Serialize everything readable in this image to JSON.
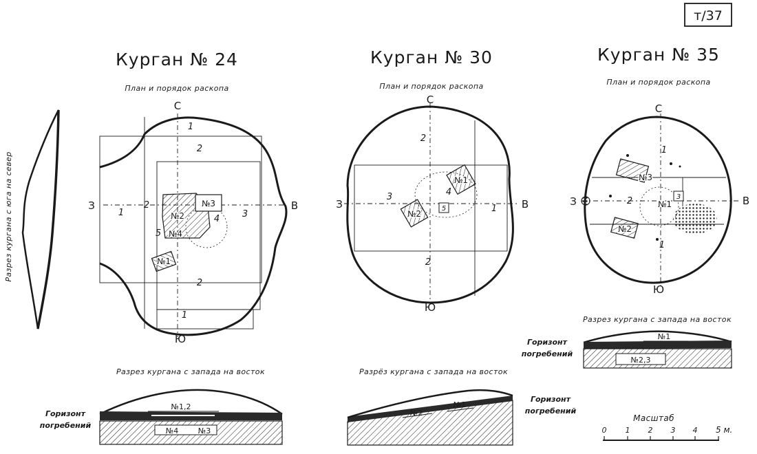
{
  "sheet_mark": "т/37",
  "section_vertical_label": "Разрез кургана с юга на север",
  "kurgans": [
    {
      "title": "Курган № 24",
      "plan_subtitle": "План и порядок раскопа",
      "compass": {
        "n": "С",
        "s": "Ю",
        "w": "З",
        "e": "В"
      },
      "zones": [
        "1",
        "2",
        "1",
        "2",
        "3",
        "4",
        "5",
        "2",
        "1"
      ],
      "graves": [
        "№2",
        "№4",
        "№3",
        "№1"
      ],
      "section_title": "Разрез кургана с запада на восток",
      "section_labels": [
        "№1,2",
        "№4",
        "№3"
      ],
      "horizon_label": {
        "line1": "Горизонт",
        "line2": "погребений"
      }
    },
    {
      "title": "Курган № 30",
      "plan_subtitle": "План и порядок раскопа",
      "compass": {
        "n": "С",
        "s": "Ю",
        "w": "З",
        "e": "В"
      },
      "zones": [
        "2",
        "3",
        "4",
        "1",
        "2",
        "5"
      ],
      "graves": [
        "№1",
        "№2"
      ],
      "section_title": "Разрёз кургана с запада на восток",
      "section_labels": [
        "№2",
        "№1"
      ],
      "horizon_label": {
        "line1": "Горизонт",
        "line2": "погребений"
      }
    },
    {
      "title": "Курган № 35",
      "plan_subtitle": "План и порядок раскопа",
      "compass": {
        "n": "С",
        "s": "Ю",
        "w": "З",
        "e": "В"
      },
      "zones": [
        "1",
        "2",
        "3",
        "1"
      ],
      "graves": [
        "№3",
        "№1",
        "№2"
      ],
      "section_title": "Разрез кургана с запада на восток",
      "section_labels": [
        "№1",
        "№2,3"
      ],
      "horizon_label": {
        "line1": "Горизонт",
        "line2": "погребений"
      }
    }
  ],
  "scale": {
    "title": "Масштаб",
    "ticks": [
      "0",
      "1",
      "2",
      "3",
      "4",
      "5 м."
    ]
  }
}
